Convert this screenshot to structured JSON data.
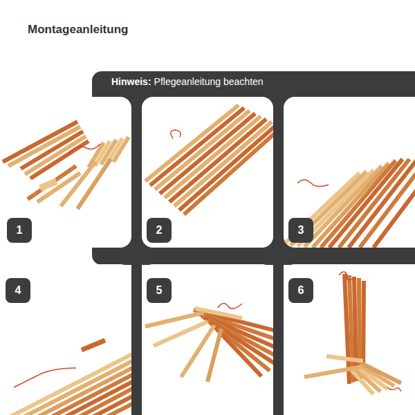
{
  "diagram": {
    "title": "Montageanleitung",
    "nodes": [
      {
        "text": [
          "Hinweis:",
          "Pflegeanleitung beachten"
        ]
      },
      {
        "text": [
          "1"
        ]
      },
      {
        "text": [
          "2"
        ]
      },
      {
        "text": [
          "3"
        ]
      },
      {
        "text": [
          "4"
        ]
      },
      {
        "text": [
          "5"
        ]
      },
      {
        "text": [
          "6"
        ]
      }
    ]
  }
}
